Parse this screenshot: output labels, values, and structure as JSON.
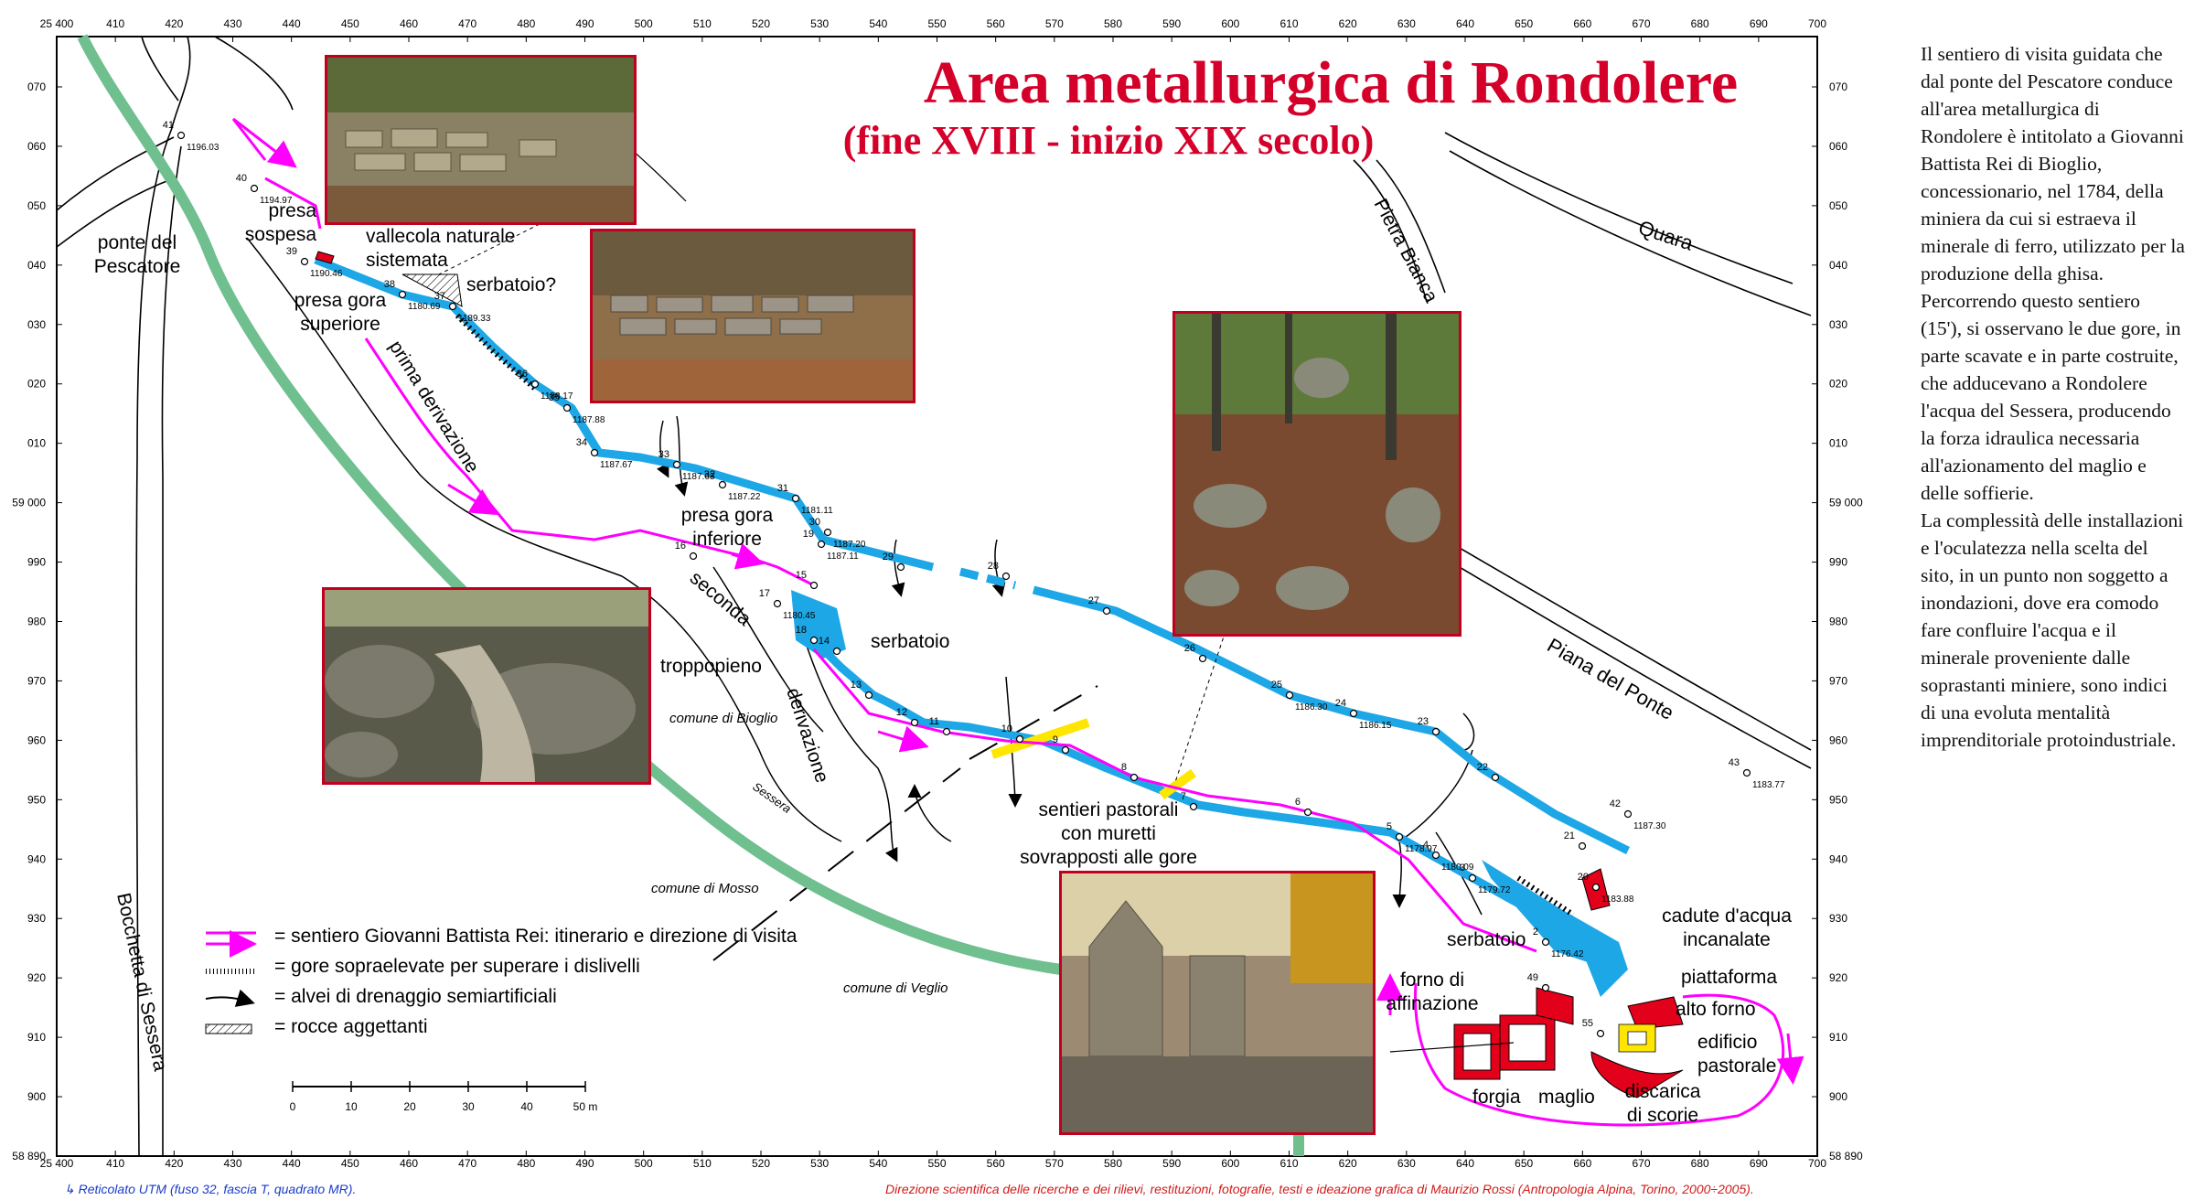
{
  "title": "Area metallurgica di Rondolere",
  "subtitle": "(fine XVIII - inizio XIX secolo)",
  "grid": {
    "x_labels": [
      "25 400",
      "410",
      "420",
      "430",
      "440",
      "450",
      "460",
      "470",
      "480",
      "490",
      "500",
      "510",
      "520",
      "530",
      "540",
      "550",
      "560",
      "570",
      "580",
      "590",
      "600",
      "610",
      "620",
      "630",
      "640",
      "650",
      "660",
      "670",
      "680",
      "690",
      "700"
    ],
    "y_labels": [
      "070",
      "060",
      "050",
      "040",
      "030",
      "020",
      "010",
      "59 000",
      "990",
      "980",
      "970",
      "960",
      "950",
      "940",
      "930",
      "920",
      "910",
      "900",
      "58 890"
    ]
  },
  "places": {
    "ponte": "ponte del\nPescatore",
    "bocchetta": "Bocchetta di Sessera",
    "pietra_bianca": "Pietra Bianca",
    "quara": "Quara",
    "piana_ponte": "Piana del Ponte",
    "comune_bioglio": "comune di Bioglio",
    "comune_mosso": "comune di Mosso",
    "comune_veglio": "comune di Veglio",
    "sessera": "Sessera"
  },
  "labels": {
    "presa_sospesa": "presa\nsospesa",
    "vallecola": "vallecola naturale\nsistemata",
    "serbatoio_q": "serbatoio?",
    "presa_superiore": "presa gora\nsuperiore",
    "prima_derivazione": "prima derivazione",
    "presa_inferiore": "presa gora\ninferiore",
    "seconda": "seconda",
    "derivazione": "derivazione",
    "troppopieno": "troppopieno",
    "serbatoio": "serbatoio",
    "sentieri": "sentieri pastorali\ncon muretti\nsovrapposti alle gore",
    "serbatoio2": "serbatoio",
    "cadute": "cadute d'acqua\nincanalate",
    "piattaforma": "piattaforma",
    "alto_forno": "alto forno",
    "forno_affinazione": "forno di\naffinazione",
    "edificio": "edificio\npastorale",
    "forgia": "forgia",
    "maglio": "maglio",
    "discarica": "discarica\ndi scorie"
  },
  "legend": [
    {
      "text": "= sentiero Giovanni Battista Rei: itinerario e direzione di visita"
    },
    {
      "text": "= gore sopraelevate per superare i dislivelli"
    },
    {
      "text": "= alvei di drenaggio semiartificiali"
    },
    {
      "text": "= rocce aggettanti"
    }
  ],
  "scale": {
    "ticks": [
      "0",
      "10",
      "20",
      "30",
      "40",
      "50 m"
    ]
  },
  "points": [
    {
      "n": "41",
      "e": "1196.03"
    },
    {
      "n": "40",
      "e": "1194.97"
    },
    {
      "n": "39",
      "e": "1190.46"
    },
    {
      "n": "38",
      "e": "1180.69"
    },
    {
      "n": "37",
      "e": "1189.33"
    },
    {
      "n": "36",
      "e": "1188.17"
    },
    {
      "n": "35",
      "e": "1187.88"
    },
    {
      "n": "34",
      "e": "1187.67"
    },
    {
      "n": "33",
      "e": "1187.63"
    },
    {
      "n": "32",
      "e": "1187.22"
    },
    {
      "n": "31",
      "e": "1181.11"
    },
    {
      "n": "30",
      "e": "1187.20"
    },
    {
      "n": "19",
      "e": "1187.11"
    },
    {
      "n": "29",
      "e": ""
    },
    {
      "n": "28",
      "e": ""
    },
    {
      "n": "27",
      "e": ""
    },
    {
      "n": "26",
      "e": ""
    },
    {
      "n": "25",
      "e": "1186.30"
    },
    {
      "n": "24",
      "e": "1186.15"
    },
    {
      "n": "23",
      "e": ""
    },
    {
      "n": "22",
      "e": ""
    },
    {
      "n": "21",
      "e": ""
    },
    {
      "n": "20",
      "e": "1183.88"
    },
    {
      "n": "43",
      "e": "1183.77"
    },
    {
      "n": "42",
      "e": "1187.30"
    },
    {
      "n": "17",
      "e": "1180.45"
    },
    {
      "n": "15",
      "e": ""
    },
    {
      "n": "16",
      "e": ""
    },
    {
      "n": "18",
      "e": ""
    },
    {
      "n": "14",
      "e": ""
    },
    {
      "n": "13",
      "e": ""
    },
    {
      "n": "12",
      "e": ""
    },
    {
      "n": "11",
      "e": ""
    },
    {
      "n": "10",
      "e": ""
    },
    {
      "n": "9",
      "e": ""
    },
    {
      "n": "8",
      "e": ""
    },
    {
      "n": "7",
      "e": ""
    },
    {
      "n": "6",
      "e": ""
    },
    {
      "n": "5",
      "e": "1178.97"
    },
    {
      "n": "4",
      "e": "1180.09"
    },
    {
      "n": "3",
      "e": "1179.72"
    },
    {
      "n": "2",
      "e": "1176.42"
    },
    {
      "n": "49",
      "e": ""
    },
    {
      "n": "55",
      "e": ""
    }
  ],
  "sidebar": {
    "p1": "Il sentiero di visita guidata che dal ponte del Pescatore conduce all'area metallurgica di Rondolere è intitolato a Giovanni Battista Rei di Bioglio, concessionario, nel 1784, della miniera da cui si estraeva il minerale di ferro, utilizzato per la produzione della ghisa.",
    "p2": "Percorrendo questo sentiero (15'), si osservano le due gore, in parte scavate e in parte costruite, che adducevano a Rondolere l'acqua del Sessera, producendo la forza idraulica necessaria all'azionamento del maglio e delle soffierie.",
    "p3": "La complessità delle installazioni e l'oculatezza nella scelta del sito, in un punto non soggetto a inondazioni, dove era comodo fare confluire l'acqua e il minerale proveniente dalle soprastanti miniere, sono indici di una evoluta mentalità imprenditoriale protoindustriale."
  },
  "credits": {
    "left": "Reticolato UTM (fuso 32, fascia T, quadrato MR).",
    "right": "Direzione scientifica delle ricerche e dei rilievi, restituzioni, fotografie, testi e ideazione grafica di Maurizio Rossi (Antropologia Alpina, Torino, 2000÷2005)."
  },
  "colors": {
    "title": "#d4002a",
    "canal": "#1ea7e6",
    "path": "#ff00ff",
    "river": "#6fbf8f",
    "building": "#e3001b",
    "frame": "#c0001e"
  }
}
